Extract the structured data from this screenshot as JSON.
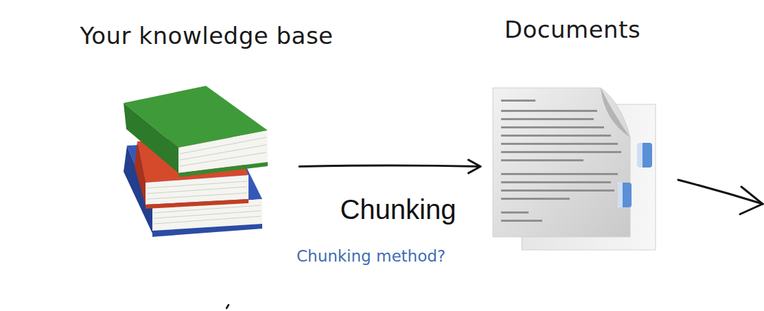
{
  "diagram": {
    "nodes": [
      {
        "text": [
          "Your knowledge base"
        ]
      },
      {
        "text": [
          "Documents"
        ]
      }
    ],
    "edges": [
      {
        "from": 0,
        "to": 1,
        "arrow": "to",
        "label": "Chunking"
      }
    ],
    "labels": [
      "Chunking method?"
    ]
  }
}
